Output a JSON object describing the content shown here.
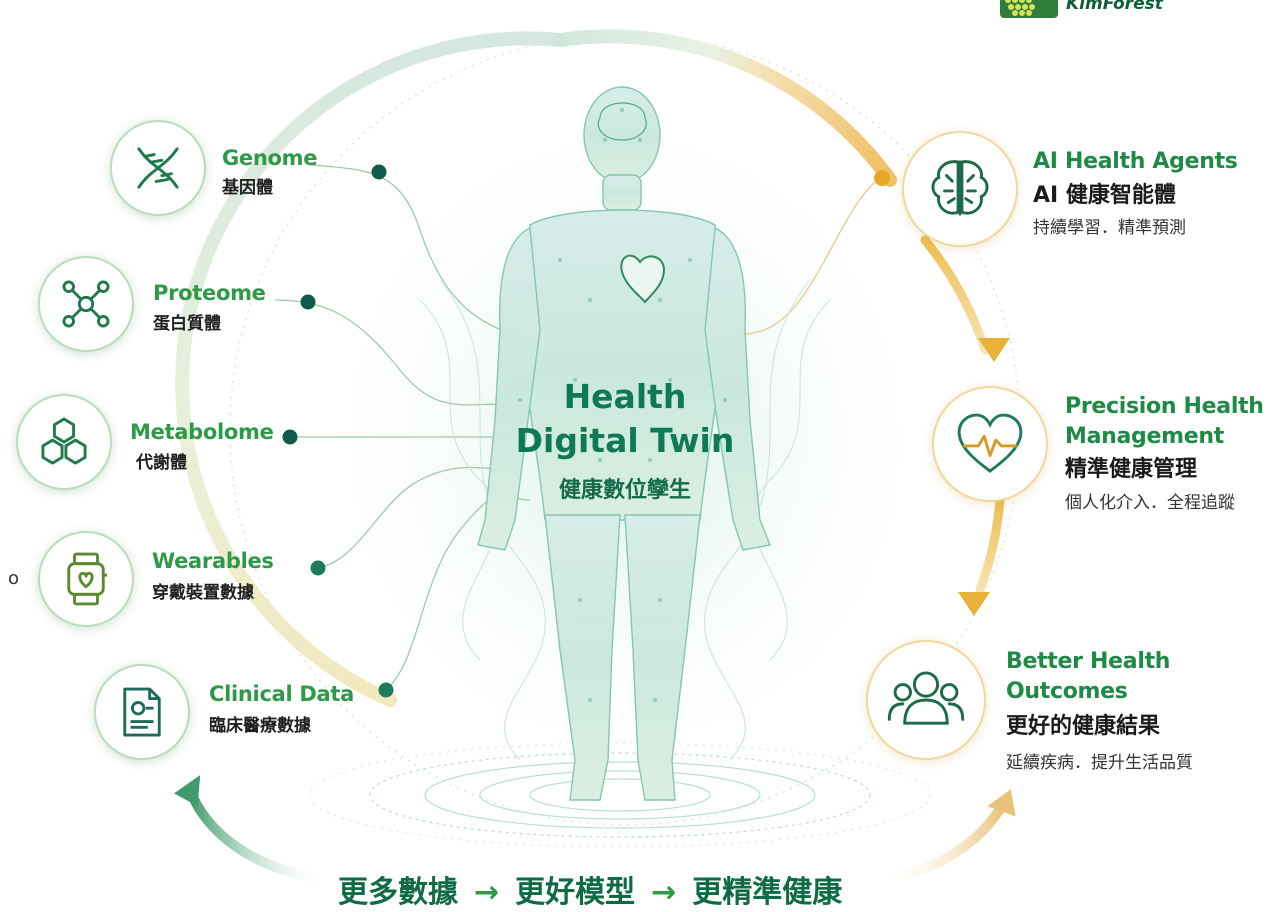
{
  "title": {
    "line1": "Health",
    "line2": "Digital Twin",
    "zh": "健康數位孿生"
  },
  "logo": {
    "text": "KimForest",
    "icon": "bee-hive-icon"
  },
  "inputs": [
    {
      "id": "genome",
      "en": "Genome",
      "zh": "基因體",
      "icon": "dna-icon"
    },
    {
      "id": "proteome",
      "en": "Proteome",
      "zh": "蛋白質體",
      "icon": "molecule-icon"
    },
    {
      "id": "metabolome",
      "en": "Metabolome",
      "zh": "代謝體",
      "icon": "hexagon-cluster-icon"
    },
    {
      "id": "wearables",
      "en": "Wearables",
      "zh": "穿戴裝置數據",
      "icon": "smartwatch-icon"
    },
    {
      "id": "clinical",
      "en": "Clinical Data",
      "zh": "臨床醫療數據",
      "icon": "medical-record-icon"
    }
  ],
  "outputs": [
    {
      "id": "ai-agents",
      "en1": "AI Health Agents",
      "en2": "",
      "zh": "AI 健康智能體",
      "sub": "持續學習．精準預測",
      "icon": "brain-circuit-icon"
    },
    {
      "id": "precision",
      "en1": "Precision Health",
      "en2": "Management",
      "zh": "精準健康管理",
      "sub": "個人化介入．全程追蹤",
      "icon": "heart-pulse-icon"
    },
    {
      "id": "outcomes",
      "en1": "Better Health",
      "en2": "Outcomes",
      "zh": "更好的健康結果",
      "sub": "延續疾病．提升生活品質",
      "icon": "people-group-icon"
    }
  ],
  "bottom": {
    "step1": "更多數據",
    "arrow": "→",
    "step2": "更好模型",
    "step3": "更精準健康"
  },
  "stray_mark": "o",
  "colors": {
    "green": "#2e9a47",
    "dark_green": "#0d6b45",
    "teal": "#1e8a7a",
    "gold": "#e2a72a",
    "node": "#0f5b4a"
  }
}
